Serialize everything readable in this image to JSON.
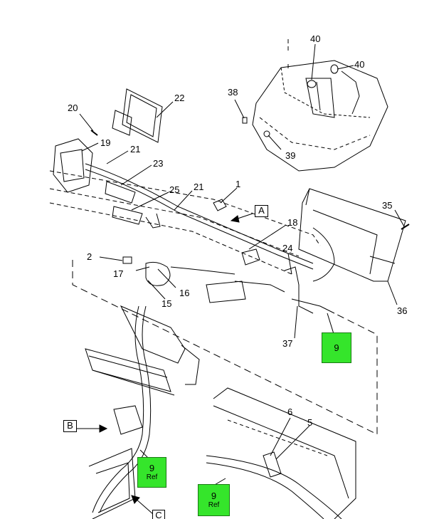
{
  "diagram": {
    "callouts": {
      "c1": "1",
      "c2": "2",
      "c5": "5",
      "c6": "6",
      "c15": "15",
      "c16": "16",
      "c17": "17",
      "c18": "18",
      "c19": "19",
      "c20": "20",
      "c21a": "21",
      "c21b": "21",
      "c22": "22",
      "c23": "23",
      "c24": "24",
      "c25": "25",
      "c35": "35",
      "c36": "36",
      "c37": "37",
      "c38": "38",
      "c39": "39",
      "c40a": "40",
      "c40b": "40"
    },
    "views": {
      "a": "A",
      "b": "B",
      "c": "C"
    },
    "green_tags": [
      {
        "number": "9",
        "ref": ""
      },
      {
        "number": "9",
        "ref": "Ref"
      },
      {
        "number": "9",
        "ref": "Ref"
      }
    ],
    "accent_colors": {
      "tag_fill": "#35e52b",
      "line": "#000000"
    }
  }
}
